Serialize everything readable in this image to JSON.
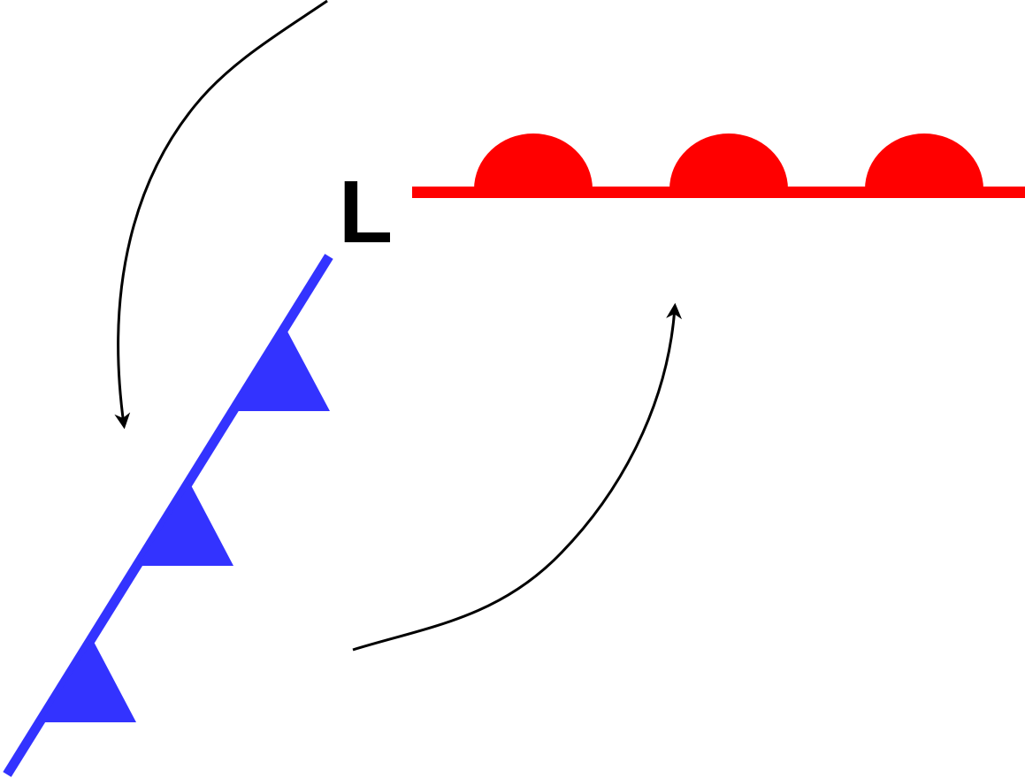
{
  "diagram": {
    "low_pressure_label": "L",
    "colors": {
      "cold_front": "#3333ff",
      "warm_front": "#ff0000",
      "airflow_arrow": "#000000",
      "label": "#000000",
      "background": "#ffffff"
    },
    "icons": {
      "cold_front_symbol": "triangle",
      "warm_front_symbol": "semicircle"
    }
  }
}
